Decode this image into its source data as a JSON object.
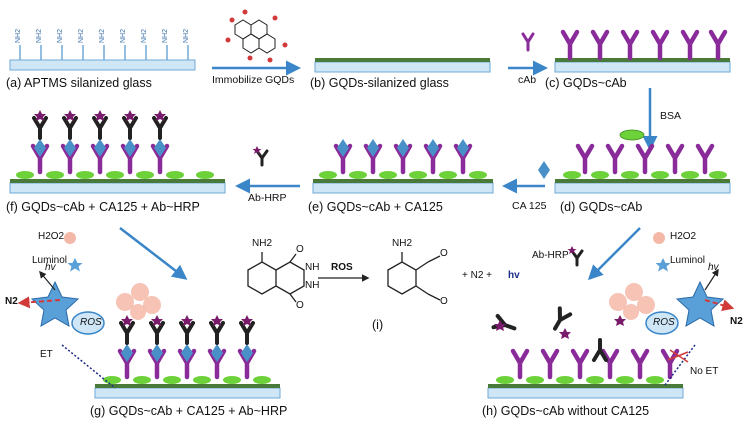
{
  "panels": {
    "a": "(a)  APTMS silanized glass",
    "b": "(b)  GQDs-silanized glass",
    "c": "(c)  GQDs~cAb",
    "d": "(d)  GQDs~cAb",
    "e": "(e)  GQDs~cAb + CA125",
    "f": "(f)  GQDs~cAb + CA125 + Ab~HRP",
    "g": "(g)  GQDs~cAb + CA125 + Ab~HRP",
    "h": "(h)  GQDs~cAb without CA125",
    "i": "(i)"
  },
  "steps": {
    "immobilize": "Immobilize GQDs",
    "cab": "cAb",
    "bsa": "BSA",
    "ca125": "CA 125",
    "ab_hrp": "Ab-HRP",
    "ab_hrp_h": "Ab-HRP",
    "ros_arrow": "ROS"
  },
  "surface_labels": {
    "nh2": "NH2"
  },
  "reagents": {
    "h2o2_f": "H2O2",
    "luminol_f": "Luminol",
    "h2o2_h": "H2O2",
    "luminol_h": "Luminol"
  },
  "reaction": {
    "nh2": "NH2",
    "nh_top": "NH",
    "nh_bottom": "NH",
    "o_top": "O",
    "o_bottom": "O",
    "plus_n2": "+ N2 +",
    "hv": "hv"
  },
  "cl_labels": {
    "hv_g": "hv",
    "n2_g": "N2",
    "ros_g": "ROS",
    "et_g": "ET",
    "hv_h": "hv",
    "n2_h": "N2",
    "ros_h": "ROS",
    "no_et_h": "No ET"
  },
  "colors": {
    "glass": "#cfe6f7",
    "glass_edge": "#6fa8d6",
    "gqd": "#4a7a3a",
    "antibody": "#8a2b9a",
    "antigen": "#4a90c8",
    "bsa": "#6dd13a",
    "hrp_star": "#7a1a6a",
    "arrow": "#3a86c8",
    "luminol_star": "#5aa0d8",
    "h2o2": "#f4b8a8"
  }
}
